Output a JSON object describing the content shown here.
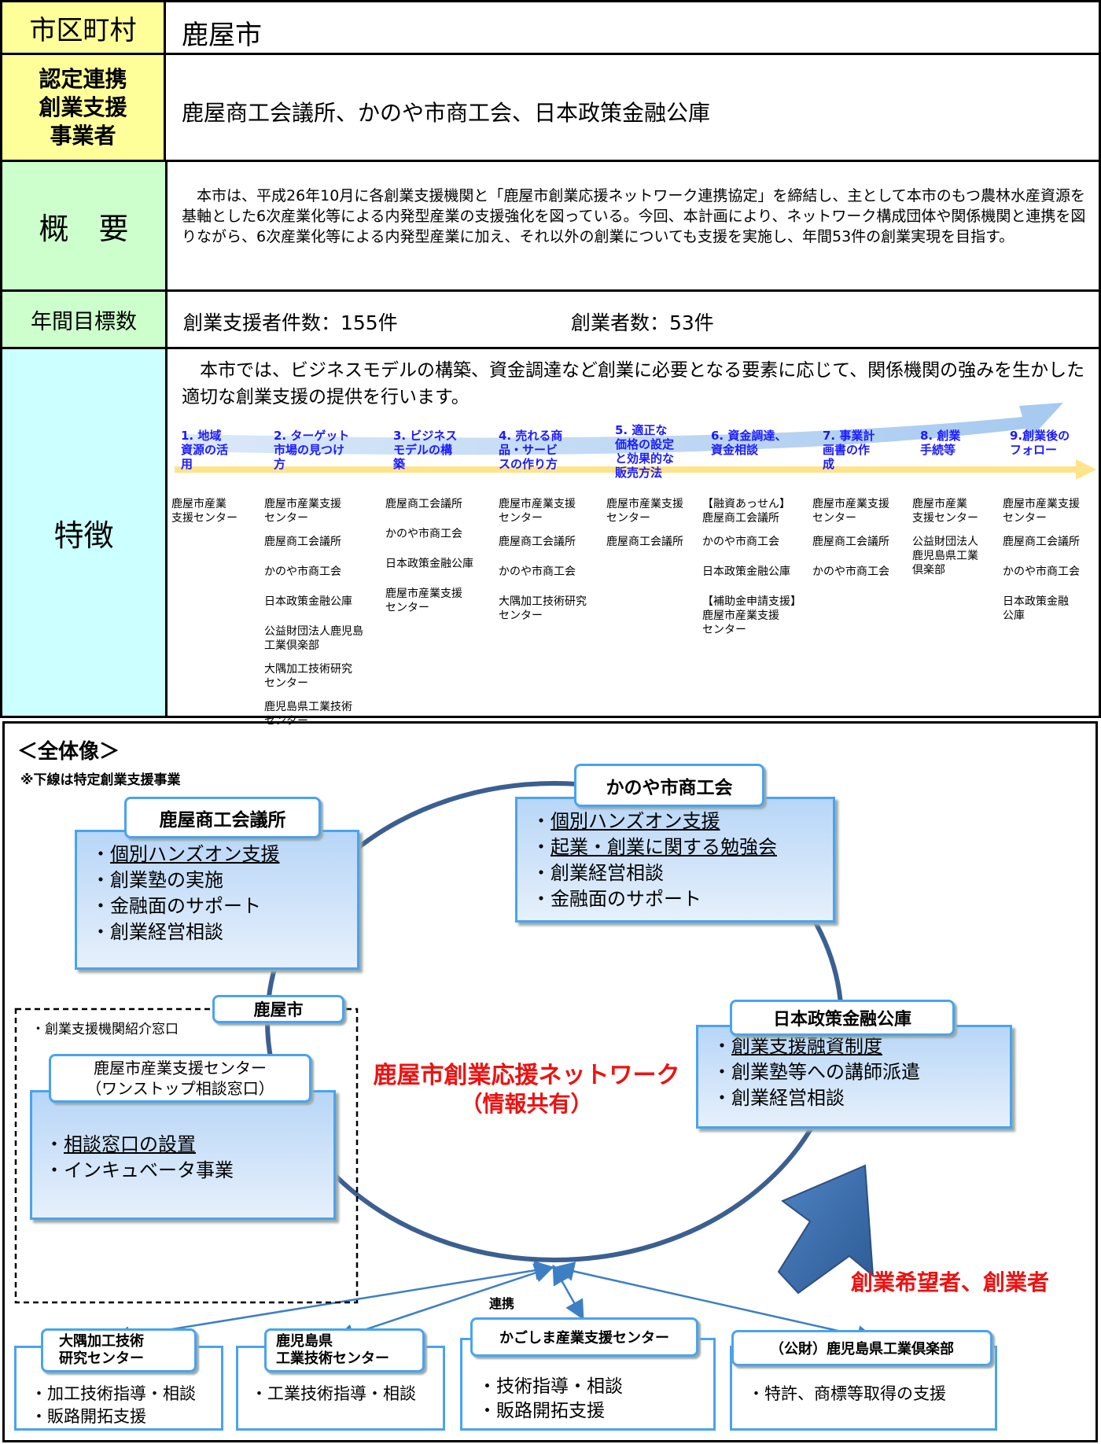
{
  "table": {
    "municipality_label": "市区町村",
    "municipality_value": "鹿屋市",
    "partners_label": "認定連携\n創業支援\n事業者",
    "partners_value": "鹿屋商工会議所、かのや市商工会、日本政策金融公庫",
    "overview_label": "概　要",
    "overview_text": "　本市は、平成26年10月に各創業支援機関と「鹿屋市創業応援ネットワーク連携協定」を締結し、主として本市のもつ農林水産資源を基軸とした6次産業化等による内発型産業の支援強化を図っている。今回、本計画により、ネットワーク構成団体や関係機関と連携を図りながら、6次産業化等による内発型産業に加え、それ以外の創業についても支援を実施し、年間53件の創業実現を目指す。",
    "target_label": "年間目標数",
    "target_support": "創業支援者件数：155件",
    "target_founders": "創業者数：53件",
    "features_label": "特徴",
    "features_intro": "　本市では、ビジネスモデルの構築、資金調達など創業に必要となる要素に応じて、関係機関の強みを生かした適切な創業支援の提供を行います。"
  },
  "steps": [
    {
      "label": "1. 地域\n資源の活\n用",
      "orgs": [
        "鹿屋市産業\n支援センター"
      ]
    },
    {
      "label": "2. ターゲット\n市場の見つけ\n方",
      "orgs": [
        "鹿屋市産業支援\nセンター",
        "鹿屋商工会議所",
        "かのや市商工会",
        "日本政策金融公庫",
        "公益財団法人鹿児島\n工業倶楽部",
        "大隅加工技術研究\nセンター",
        "鹿児島県工業技術\nセンター"
      ]
    },
    {
      "label": "3. ビジネス\nモデルの構\n築",
      "orgs": [
        "鹿屋商工会議所",
        "かのや市商工会",
        "日本政策金融公庫",
        "鹿屋市産業支援\nセンター"
      ]
    },
    {
      "label": "4. 売れる商\n品・サービ\nスの作り方",
      "orgs": [
        "鹿屋市産業支援\nセンター",
        "鹿屋商工会議所",
        "かのや市商工会",
        "大隅加工技術研究\nセンター"
      ]
    },
    {
      "label": "5. 適正な\n価格の設定\nと効果的な\n販売方法",
      "orgs": [
        "鹿屋市産業支援\nセンター",
        "鹿屋商工会議所"
      ]
    },
    {
      "label": "6. 資金調達、\n資金相談",
      "orgs": [
        "【融資あっせん】\n鹿屋商工会議所",
        "かのや市商工会",
        "日本政策金融公庫",
        "【補助金申請支援】\n鹿屋市産業支援\nセンター"
      ]
    },
    {
      "label": "7. 事業計\n画書の作\n成",
      "orgs": [
        "鹿屋市産業支援\nセンター",
        "鹿屋商工会議所",
        "かのや市商工会"
      ]
    },
    {
      "label": "8. 創業\n手続等",
      "orgs": [
        "鹿屋市産業\n支援センター",
        "公益財団法人\n鹿児島県工業\n倶楽部"
      ]
    },
    {
      "label": "9.創業後の\nフォロー",
      "orgs": [
        "鹿屋市産業支援\nセンター",
        "鹿屋商工会議所",
        "かのや市商工会",
        "日本政策金融\n公庫"
      ]
    }
  ],
  "overview": {
    "heading": "＜全体像＞",
    "note": "※下線は特定創業支援事業",
    "network_title": "鹿屋市創業応援ネットワーク",
    "network_sub": "（情報共有）",
    "founders": "創業希望者、創業者",
    "renkei": "連携",
    "chamber": {
      "title": "鹿屋商工会議所",
      "items": [
        "・個別ハンズオン支援",
        "・創業塾の実施",
        "・金融面のサポート",
        "・創業経営相談"
      ]
    },
    "kanoya": {
      "title": "かのや市商工会",
      "items": [
        "・個別ハンズオン支援",
        "・起業・創業に関する勉強会",
        "・創業経営相談",
        "・金融面のサポート"
      ]
    },
    "jfc": {
      "title": "日本政策金融公庫",
      "items": [
        "・創業支援融資制度",
        "・創業塾等への講師派遣",
        "・創業経営相談"
      ]
    },
    "city": {
      "title": "鹿屋市",
      "note": "・創業支援機関紹介窓口",
      "center_title": "鹿屋市産業支援センター\n（ワンストップ相談窓口）",
      "items": [
        "・相談窓口の設置",
        "・インキュベータ事業"
      ]
    },
    "partners": [
      {
        "title": "大隅加工技術\n研究センター",
        "items": [
          "・加工技術指導・相談",
          "・販路開拓支援"
        ]
      },
      {
        "title": "鹿児島県\n工業技術センター",
        "items": [
          "・工業技術指導・相談"
        ]
      },
      {
        "title": "かごしま産業支援センター",
        "items": [
          "・技術指導・相談",
          "・販路開拓支援"
        ]
      },
      {
        "title": "（公財）鹿児島県工業倶楽部",
        "items": [
          "・特許、商標等取得の支援"
        ]
      }
    ]
  }
}
